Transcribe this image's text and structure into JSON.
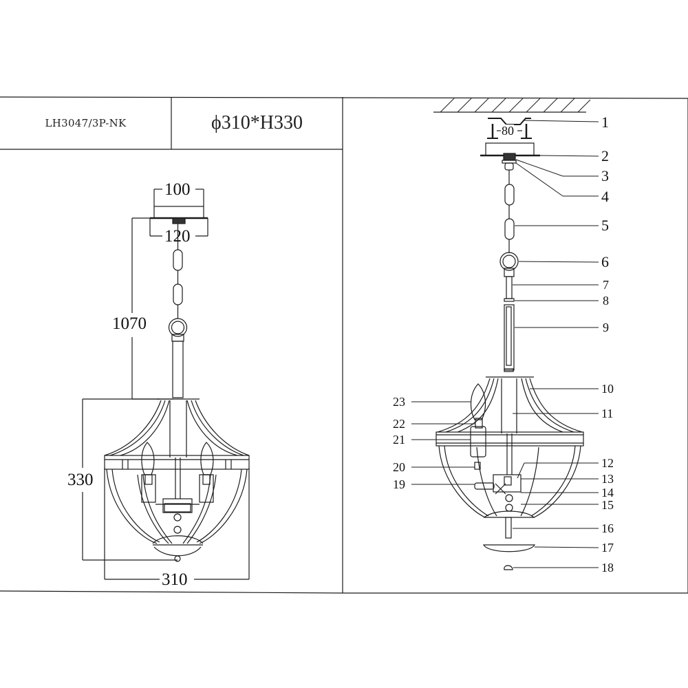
{
  "header": {
    "model_code": "LH3047/3P-NK",
    "overall_size": "ϕ310*H330"
  },
  "assembly_view": {
    "dimensions": {
      "canopy_inner_width": "100",
      "canopy_outer_width": "120",
      "max_hanging_length": "1070",
      "body_height": "330",
      "body_diameter": "310"
    }
  },
  "exploded_view": {
    "mount_spacing": "80",
    "parts": [
      {
        "no": "1"
      },
      {
        "no": "2"
      },
      {
        "no": "3"
      },
      {
        "no": "4"
      },
      {
        "no": "5"
      },
      {
        "no": "6"
      },
      {
        "no": "7"
      },
      {
        "no": "8"
      },
      {
        "no": "9"
      },
      {
        "no": "10"
      },
      {
        "no": "11"
      },
      {
        "no": "12"
      },
      {
        "no": "13"
      },
      {
        "no": "14"
      },
      {
        "no": "15"
      },
      {
        "no": "16"
      },
      {
        "no": "17"
      },
      {
        "no": "18"
      },
      {
        "no": "19"
      },
      {
        "no": "20"
      },
      {
        "no": "21"
      },
      {
        "no": "22"
      },
      {
        "no": "23"
      }
    ]
  },
  "colors": {
    "line": "#1a1a1a",
    "background": "#ffffff"
  }
}
